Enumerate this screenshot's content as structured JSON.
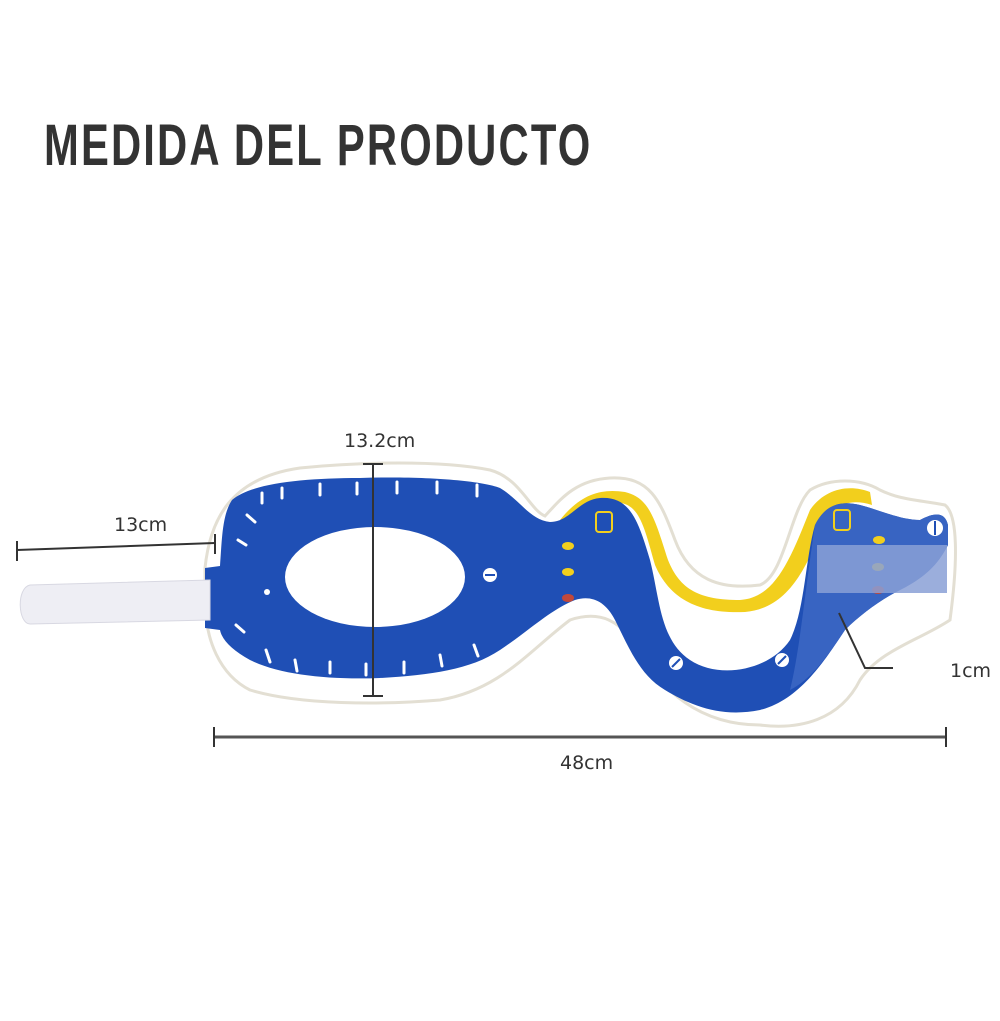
{
  "title": "MEDIDA DEL PRODUCTO",
  "product": {
    "name": "cervical-collar",
    "colors": {
      "frame": "#1f4fb5",
      "frame_light": "#3d67c4",
      "padding": "#ffffff",
      "padding_edge": "#e6e2d6",
      "accent": "#f2cf1d",
      "velcro": "#8aa0d6",
      "strap": "#eeeef4",
      "dimension_line": "#333333"
    }
  },
  "dimensions": {
    "strap_length": "13cm",
    "height": "13.2cm",
    "thickness": "1cm",
    "total_length": "48cm"
  }
}
